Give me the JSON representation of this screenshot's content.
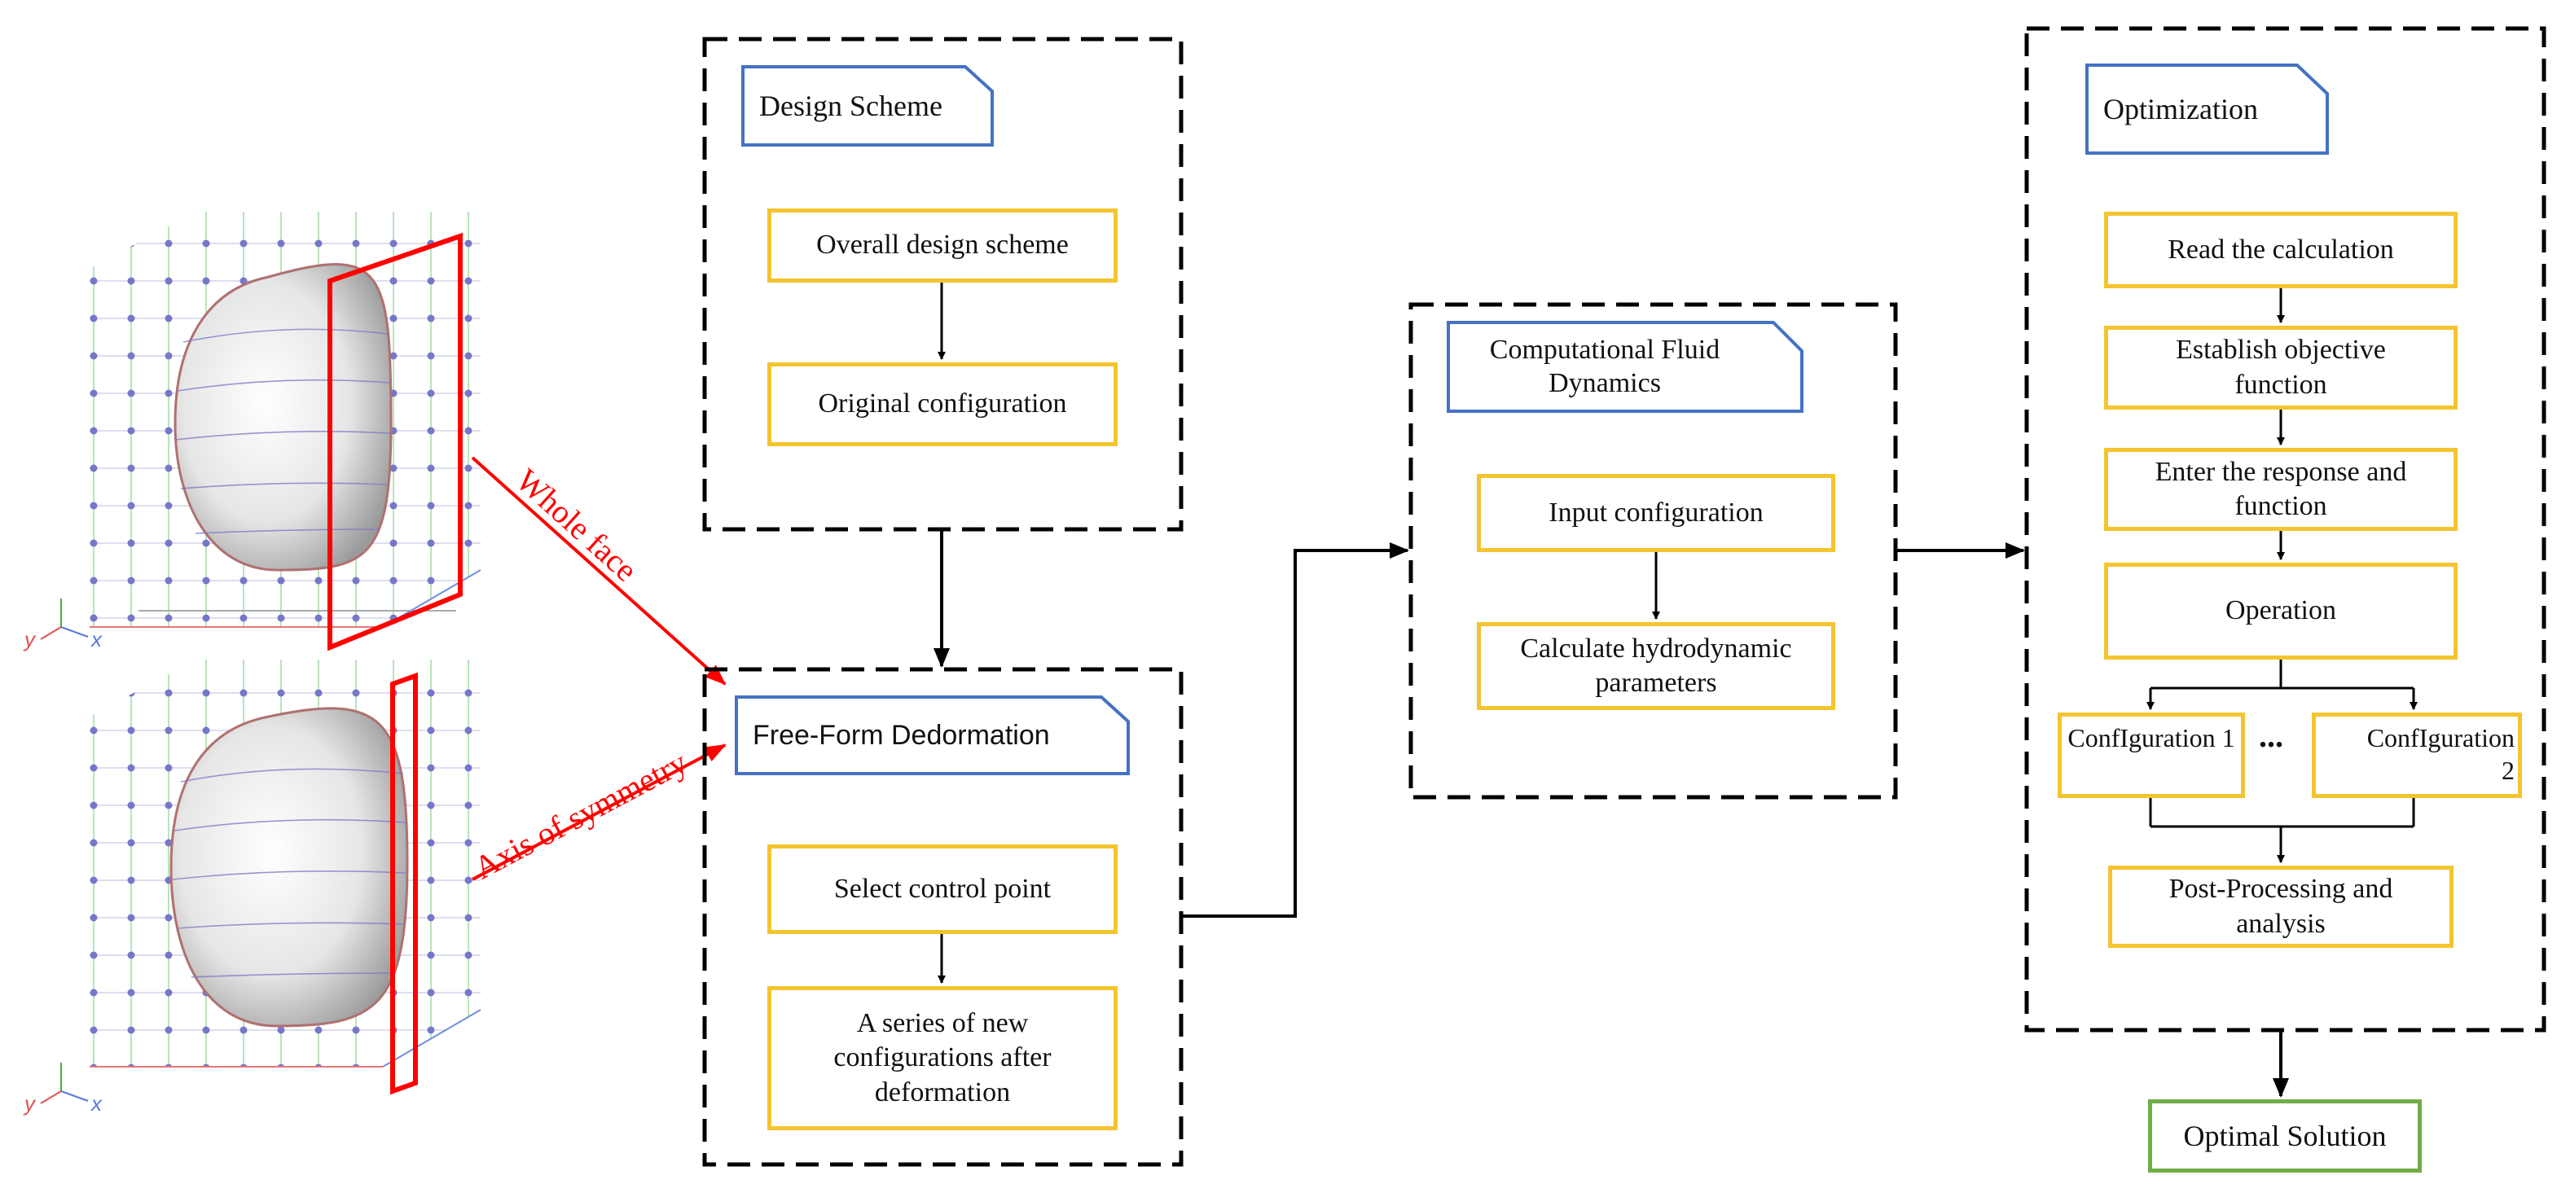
{
  "design_scheme": {
    "title": "Design Scheme",
    "steps": [
      "Overall design scheme",
      "Original configuration"
    ]
  },
  "ffd": {
    "title": "Free-Form Dedormation",
    "steps": [
      "Select control point",
      "A series of new configurations after deformation"
    ]
  },
  "cfd": {
    "title": "Computational Fluid Dynamics",
    "steps": [
      "Input configuration",
      "Calculate hydrodynamic parameters"
    ]
  },
  "optimization": {
    "title": "Optimization",
    "steps": [
      "Read the calculation",
      "Establish objective function",
      "Enter the response and function",
      "Operation"
    ],
    "configs": [
      "ConfIguration 1",
      "ConfIguration 2"
    ],
    "ellipsis": "...",
    "post": "Post-Processing and analysis"
  },
  "result": "Optimal Solution",
  "annotations": {
    "whole_face": "Whole face",
    "axis_of_symmetry": "Axis of symmetry"
  },
  "axis_labels": {
    "y": "y",
    "x": "x"
  },
  "colors": {
    "step_border": "#f4c430",
    "title_border": "#4472c4",
    "final_border": "#70ad47",
    "annotation": "#ff0000"
  }
}
